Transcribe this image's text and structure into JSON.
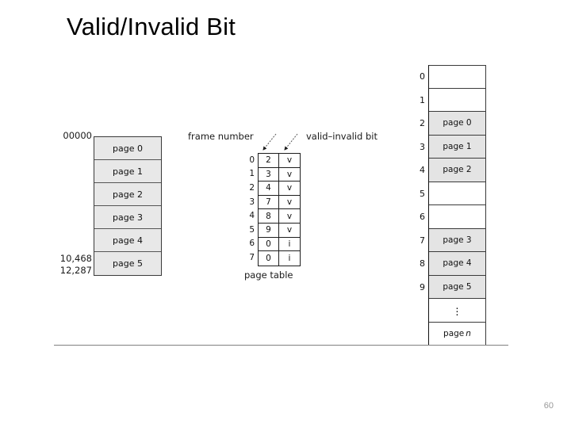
{
  "slide": {
    "title": "Valid/Invalid Bit",
    "page_number": "60"
  },
  "logical_memory": {
    "address_top": "00000",
    "address_mid": "10,468",
    "address_bottom": "12,287",
    "rows": [
      {
        "label": "page 0"
      },
      {
        "label": "page 1"
      },
      {
        "label": "page 2"
      },
      {
        "label": "page 3"
      },
      {
        "label": "page 4"
      },
      {
        "label": "page 5"
      }
    ]
  },
  "page_table": {
    "caption": "page table",
    "column_label_frame": "frame number",
    "column_label_valid": "valid–invalid bit",
    "rows": [
      {
        "index": "0",
        "frame": "2",
        "valid": "v"
      },
      {
        "index": "1",
        "frame": "3",
        "valid": "v"
      },
      {
        "index": "2",
        "frame": "4",
        "valid": "v"
      },
      {
        "index": "3",
        "frame": "7",
        "valid": "v"
      },
      {
        "index": "4",
        "frame": "8",
        "valid": "v"
      },
      {
        "index": "5",
        "frame": "9",
        "valid": "v"
      },
      {
        "index": "6",
        "frame": "0",
        "valid": "i"
      },
      {
        "index": "7",
        "frame": "0",
        "valid": "i"
      }
    ]
  },
  "physical_memory": {
    "rows": [
      {
        "index": "0",
        "label": "",
        "filled": false
      },
      {
        "index": "1",
        "label": "",
        "filled": false
      },
      {
        "index": "2",
        "label": "page 0",
        "filled": true
      },
      {
        "index": "3",
        "label": "page 1",
        "filled": true
      },
      {
        "index": "4",
        "label": "page 2",
        "filled": true
      },
      {
        "index": "5",
        "label": "",
        "filled": false
      },
      {
        "index": "6",
        "label": "",
        "filled": false
      },
      {
        "index": "7",
        "label": "page 3",
        "filled": true
      },
      {
        "index": "8",
        "label": "page 4",
        "filled": true
      },
      {
        "index": "9",
        "label": "page 5",
        "filled": true
      },
      {
        "index": "",
        "label": "",
        "filled": false,
        "ellipsis": true
      },
      {
        "index": "",
        "label_prefix": "page ",
        "label_italic": "n",
        "filled": false
      }
    ]
  },
  "colors": {
    "page_fill": "#e8e8e8",
    "frame_fill": "#e4e4e4",
    "border": "#3a3a3a",
    "page_number": "#999999"
  }
}
